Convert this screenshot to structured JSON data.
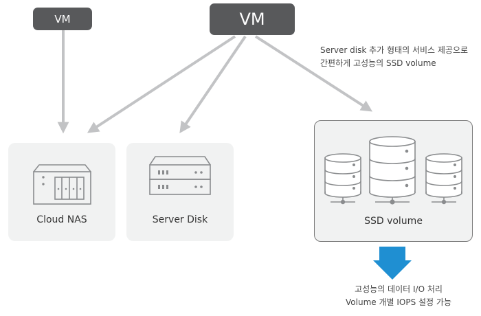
{
  "nodes": {
    "vm_left": "VM",
    "vm_center": "VM",
    "cloud_nas": "Cloud NAS",
    "server_disk": "Server Disk",
    "ssd_volume": "SSD volume"
  },
  "annotations": {
    "ssd_description": [
      "Server disk 추가 형태의 서비스 제공으로",
      "간편하게 고성능의 SSD volume"
    ],
    "iops_description": [
      "고성능의 데이터 I/O 처리",
      "Volume 개별 IOPS 설정 가능"
    ]
  },
  "colors": {
    "vm_fill": "#58595b",
    "card_fill": "#f1f2f2",
    "connector": "#c2c3c5",
    "icon_stroke": "#8a8c8e",
    "down_arrow": "#1f8fd2"
  },
  "icons": [
    "nas-device-icon",
    "server-disk-icon",
    "database-icon",
    "down-arrow-icon"
  ]
}
